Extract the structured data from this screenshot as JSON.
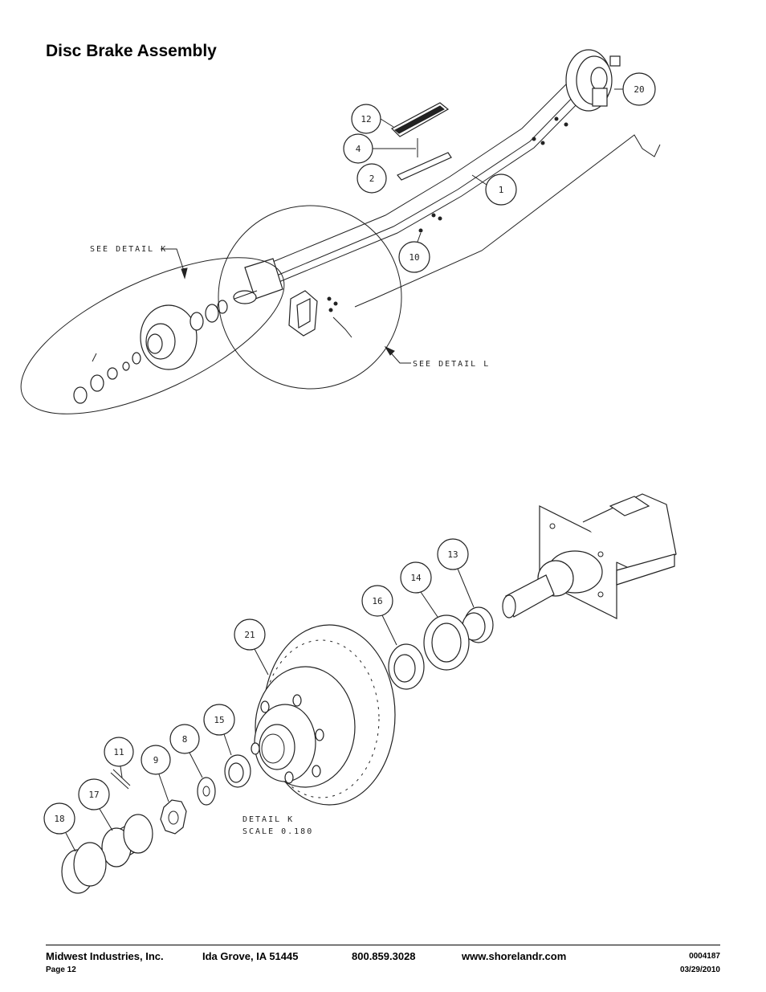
{
  "title": "Disc Brake Assembly",
  "detail_refs": {
    "k": "SEE DETAIL  K",
    "l": "SEE DETAIL  L"
  },
  "detail_k_caption": {
    "line1": "DETAIL  K",
    "line2": "SCALE  0.180"
  },
  "callouts_top": [
    "20",
    "12",
    "4",
    "2",
    "1",
    "10"
  ],
  "callouts_detail": [
    "13",
    "14",
    "16",
    "21",
    "15",
    "8",
    "11",
    "9",
    "17",
    "18"
  ],
  "footer": {
    "company": "Midwest Industries, Inc.",
    "address": "Ida Grove, IA  51445",
    "phone": "800.859.3028",
    "website": "www.shorelandr.com",
    "doc_number": "0004187",
    "page": "Page 12",
    "date": "03/29/2010"
  }
}
